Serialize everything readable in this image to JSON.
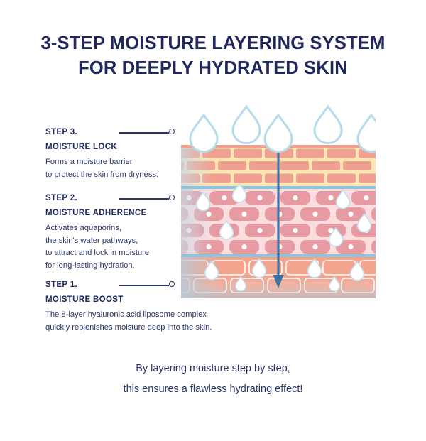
{
  "title": {
    "line1": "3-STEP MOISTURE LAYERING SYSTEM",
    "line2": "FOR DEEPLY HYDRATED SKIN"
  },
  "steps": [
    {
      "kicker": "STEP 3.",
      "heading": "MOISTURE LOCK",
      "body": [
        "Forms a moisture barrier",
        "to protect the skin from dryness."
      ]
    },
    {
      "kicker": "STEP 2.",
      "heading": "MOISTURE ADHERENCE",
      "body": [
        "Activates aquaporins,",
        "the skin's water pathways,",
        "to attract and lock in moisture",
        "for long-lasting hydration."
      ]
    },
    {
      "kicker": "STEP 1.",
      "heading": "MOISTURE BOOST",
      "body": [
        "The 8-layer hyaluronic acid liposome complex",
        "quickly replenishes moisture deep into the skin."
      ]
    }
  ],
  "footer": {
    "line1": "By layering moisture step by step,",
    "line2": "this ensures a flawless hydrating effect!"
  },
  "diagram": {
    "layers": [
      {
        "name": "stratum-corneum-brick-layer",
        "fill": "#fbe6b4",
        "brick": "#f0a090"
      },
      {
        "name": "epidermis-cell-layer",
        "fill": "#fbdde0",
        "cell": "#e79aa2"
      },
      {
        "name": "dermis-layer",
        "fill": "#f3a48f",
        "outline": "#ffffff"
      }
    ],
    "divider_color": "#8fc4dd",
    "droplet_outline": "#aedbea",
    "droplet_fill": "#ffffff",
    "arrow_color": "#3f72a4",
    "surface_droplet_count": 5
  },
  "colors": {
    "title": "#20275c",
    "body_text": "#2b3566",
    "leader": "#2b3566",
    "background": "#ffffff"
  }
}
